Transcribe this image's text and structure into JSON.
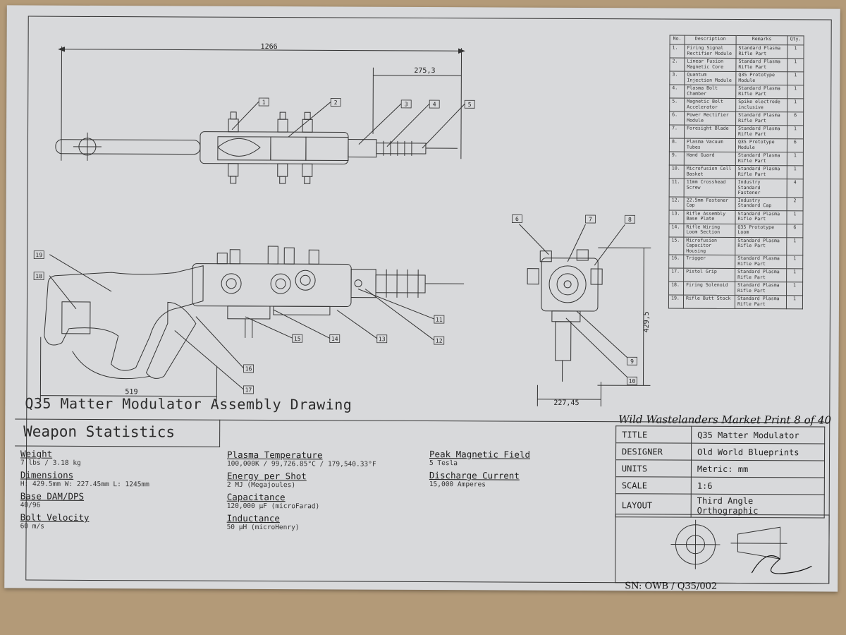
{
  "drawing": {
    "title": "Q35 Matter Modulator Assembly Drawing",
    "dimensions": {
      "top_length": "1266",
      "top_barrel": "275,3",
      "side_stock": "519",
      "front_height": "429,5",
      "front_width": "227,45"
    },
    "callouts_top": [
      "1",
      "2",
      "3",
      "4",
      "5"
    ],
    "callouts_side": [
      "19",
      "18",
      "11",
      "12",
      "13",
      "14",
      "15",
      "16",
      "17"
    ],
    "callouts_front": [
      "6",
      "7",
      "8",
      "9",
      "10"
    ]
  },
  "parts_list": {
    "headers": [
      "No.",
      "Description",
      "Remarks",
      "Qty."
    ],
    "rows": [
      [
        "1.",
        "Firing Signal Rectifier Module",
        "Standard Plasma Rifle Part",
        "1"
      ],
      [
        "2.",
        "Linear Fusion Magnetic Core",
        "Standard Plasma Rifle Part",
        "1"
      ],
      [
        "3.",
        "Quantum Injection Module",
        "Q35 Prototype Module",
        "1"
      ],
      [
        "4.",
        "Plasma Bolt Chamber",
        "Standard Plasma Rifle Part",
        "1"
      ],
      [
        "5.",
        "Magnetic Bolt Accelerator",
        "Spike electrode inclusive",
        "1"
      ],
      [
        "6.",
        "Power Rectifier Module",
        "Standard Plasma Rifle Part",
        "6"
      ],
      [
        "7.",
        "Foresight Blade",
        "Standard Plasma Rifle Part",
        "1"
      ],
      [
        "8.",
        "Plasma Vacuum Tubes",
        "Q35 Prototype Module",
        "6"
      ],
      [
        "9.",
        "Hand Guard",
        "Standard Plasma Rifle Part",
        "1"
      ],
      [
        "10.",
        "Microfusion Cell Basket",
        "Standard Plasma Rifle Part",
        "1"
      ],
      [
        "11.",
        "11mm Crosshead Screw",
        "Industry Standard Fastener",
        "4"
      ],
      [
        "12.",
        "22.5mm Fastener Cap",
        "Industry Standard Cap",
        "2"
      ],
      [
        "13.",
        "Rifle Assembly Base Plate",
        "Standard Plasma Rifle Part",
        "1"
      ],
      [
        "14.",
        "Rifle Wiring Loom Section",
        "Q35 Prototype Loom",
        "6"
      ],
      [
        "15.",
        "Microfusion Capacitor Housing",
        "Standard Plasma Rifle Part",
        "1"
      ],
      [
        "16.",
        "Trigger",
        "Standard Plasma Rifle Part",
        "1"
      ],
      [
        "17.",
        "Pistol Grip",
        "Standard Plasma Rifle Part",
        "1"
      ],
      [
        "18.",
        "Firing Solenoid",
        "Standard Plasma Rifle Part",
        "1"
      ],
      [
        "19.",
        "Rifle Butt Stock",
        "Standard Plasma Rifle Part",
        "1"
      ]
    ]
  },
  "weapon_stats": {
    "heading": "Weapon Statistics",
    "col1": [
      {
        "label": "Weight",
        "value": "7 lbs / 3.18 kg"
      },
      {
        "label": "Dimensions",
        "value": "H: 429.5mm W: 227.45mm L: 1245mm"
      },
      {
        "label": "Base DAM/DPS",
        "value": "40/96"
      },
      {
        "label": "Bolt Velocity",
        "value": "60 m/s"
      }
    ],
    "col2": [
      {
        "label": "Plasma Temperature",
        "value": "100,000K / 99,726.85°C / 179,540.33°F"
      },
      {
        "label": "Energy per Shot",
        "value": "2 MJ (Megajoules)"
      },
      {
        "label": "Capacitance",
        "value": "120,000 μF (microFarad)"
      },
      {
        "label": "Inductance",
        "value": "50 μH (microHenry)"
      }
    ],
    "col3": [
      {
        "label": "Peak Magnetic Field",
        "value": "5 Tesla"
      },
      {
        "label": "Discharge Current",
        "value": "15,000 Amperes"
      }
    ]
  },
  "title_block": {
    "rows": [
      {
        "key": "TITLE",
        "value": "Q35 Matter Modulator"
      },
      {
        "key": "DESIGNER",
        "value": "Old World Blueprints"
      },
      {
        "key": "UNITS",
        "value": "Metric: mm"
      },
      {
        "key": "SCALE",
        "value": "1:6"
      },
      {
        "key": "LAYOUT",
        "value": "Third Angle Orthographic"
      }
    ]
  },
  "handwriting": {
    "print_note": "Wild Wastelanders Market Print  8 of 40",
    "serial": "SN: OWB / Q35/002"
  }
}
